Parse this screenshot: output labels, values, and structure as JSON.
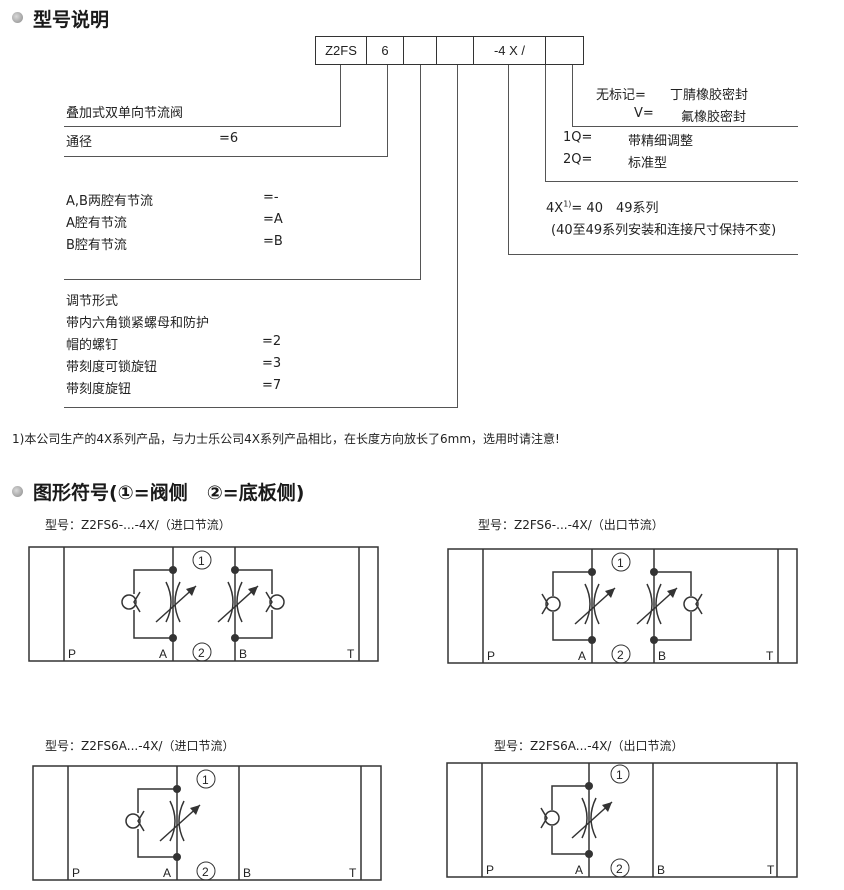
{
  "sections": {
    "model_title": "型号说明",
    "symbol_title": "图形符号(①=阀侧　②=底板侧)"
  },
  "code_boxes": [
    "Z2FS",
    "6",
    "",
    "",
    "-4 X /",
    ""
  ],
  "left_groups": {
    "valve_name": "叠加式双单向节流阀",
    "bore_label": "通径",
    "bore_value": "=6",
    "throttle_ab": "A,B两腔有节流",
    "throttle_ab_val": "=-",
    "throttle_a": "A腔有节流",
    "throttle_a_val": "=A",
    "throttle_b": "B腔有节流",
    "throttle_b_val": "=B",
    "adjust_title": "调节形式",
    "adjust_line2": "带内六角锁紧螺母和防护",
    "adjust_opt2": "帽的螺钉",
    "adjust_opt2_val": "=2",
    "adjust_opt3": "带刻度可锁旋钮",
    "adjust_opt3_val": "=3",
    "adjust_opt7": "带刻度旋钮",
    "adjust_opt7_val": "=7"
  },
  "right_groups": {
    "seal_none_label": "无标记=",
    "seal_none_value": "丁腈橡胶密封",
    "seal_v_label": "V=",
    "seal_v_value": "氟橡胶密封",
    "fine_1q_label": "1Q=",
    "fine_1q_value": "带精细调整",
    "fine_2q_label": "2Q=",
    "fine_2q_value": "标准型",
    "series_label": "4X",
    "series_sup": "1)",
    "series_rest": "=  40　49系列",
    "series_note": "(40至49系列安装和连接尺寸保持不变)"
  },
  "footnote": "1)本公司生产的4X系列产品，与力士乐公司4X系列产品相比，在长度方向放长了6mm，选用时请注意!",
  "diagrams": [
    {
      "caption": "型号：Z2FS6-...-4X/（进口节流）"
    },
    {
      "caption": "型号：Z2FS6-...-4X/（出口节流）"
    },
    {
      "caption": "型号：Z2FS6A...-4X/（进口节流）"
    },
    {
      "caption": "型号：Z2FS6A...-4X/（出口节流）"
    }
  ],
  "ports": {
    "p": "P",
    "a": "A",
    "b": "B",
    "t": "T",
    "side1": "1",
    "side2": "2"
  },
  "colors": {
    "line": "#333333",
    "text": "#222222",
    "bullet": "#9a9a9a"
  }
}
